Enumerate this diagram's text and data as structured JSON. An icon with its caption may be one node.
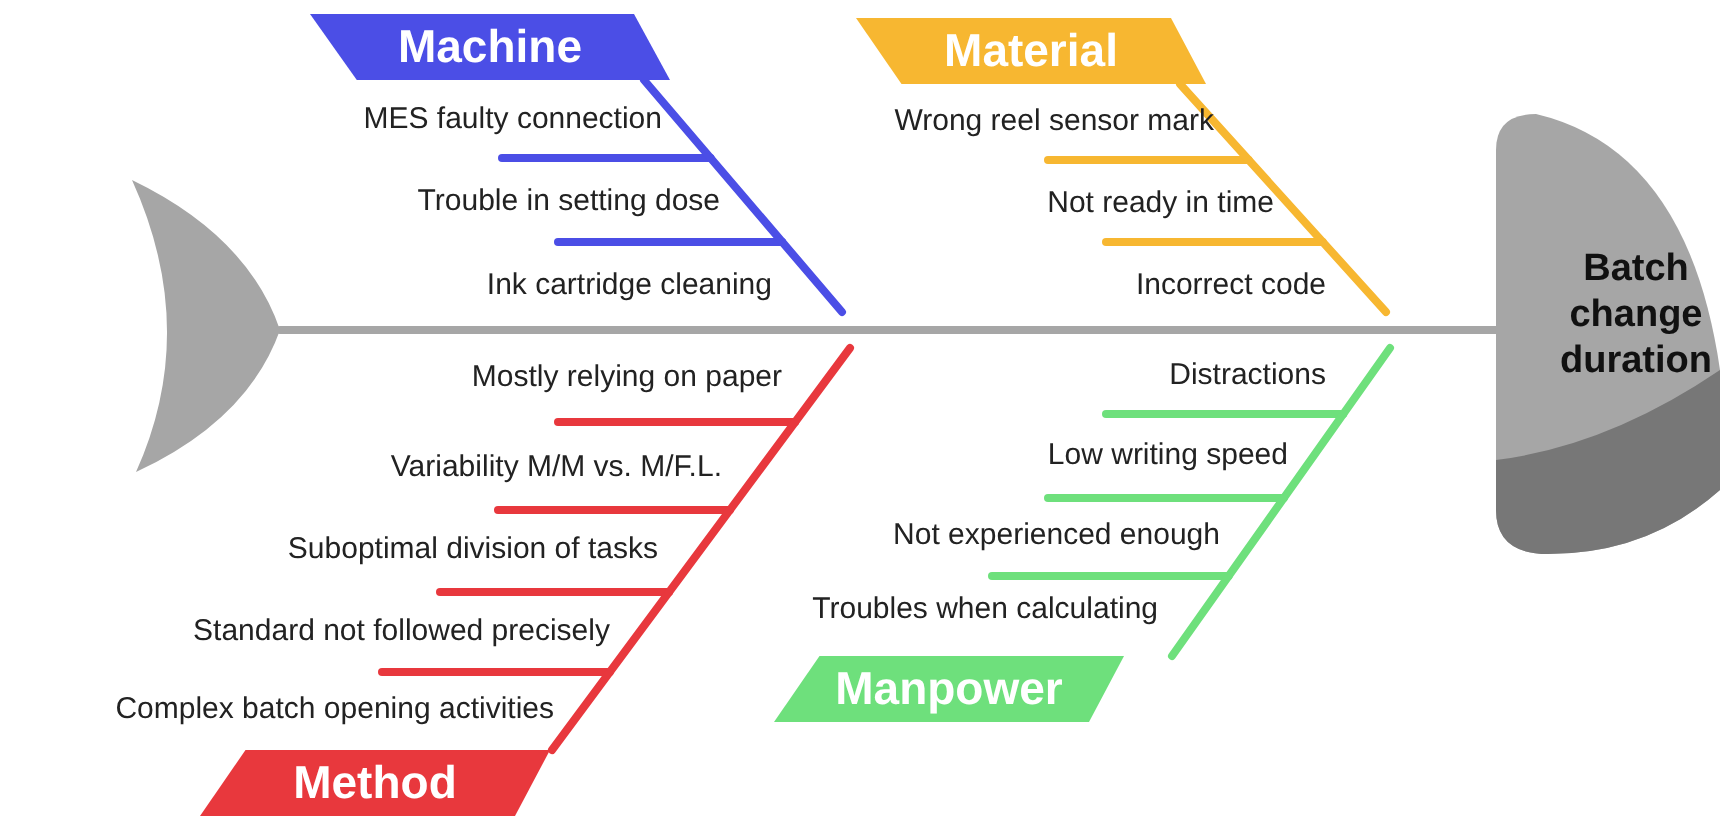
{
  "diagram": {
    "nodes": [
      {
        "text": [
          "Machine"
        ]
      },
      {
        "text": [
          "Material"
        ]
      },
      {
        "text": [],
        "shape": "tail"
      },
      {
        "text": [
          "Batch change duration"
        ]
      },
      {
        "text": [
          "Method"
        ]
      },
      {
        "text": [
          "Manpower"
        ]
      }
    ],
    "edges": [
      {
        "from": 2,
        "to": 3,
        "arrow": "none",
        "color": "#a6a6a6"
      },
      {
        "from": 0,
        "to": null,
        "arrow": "none",
        "color": "#4b4ee6"
      },
      {
        "from": 1,
        "to": null,
        "arrow": "none",
        "color": "#f7b731"
      },
      {
        "from": 4,
        "to": null,
        "arrow": "none",
        "color": "#e8383d"
      },
      {
        "from": 5,
        "to": null,
        "arrow": "none",
        "color": "#6ee07c"
      }
    ],
    "labels": [
      "MES faulty connection",
      "Wrong reel sensor mark",
      "Trouble in setting dose",
      "Not ready in time",
      "Ink cartridge cleaning",
      "Incorrect code",
      "Mostly relying on paper",
      "Distractions",
      "Variability M/M vs. M/F.L.",
      "Low writing speed",
      "Suboptimal division of tasks",
      "Not experienced enough",
      "Standard not followed precisely",
      "Troubles when calculating",
      "Complex batch opening activities"
    ]
  }
}
